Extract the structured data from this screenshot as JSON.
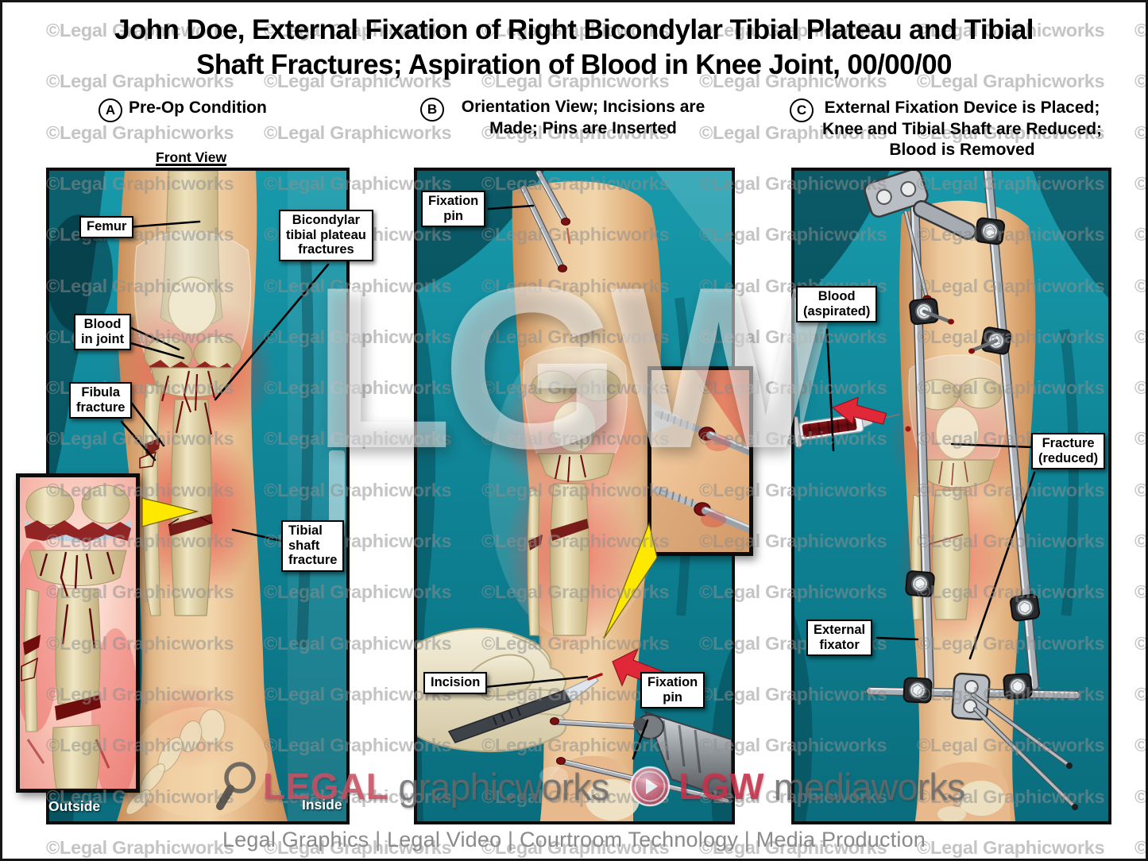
{
  "title": "John Doe, External Fixation of Right Bicondylar Tibial Plateau and Tibial\nShaft Fractures; Aspiration of Blood in Knee Joint, 00/00/00",
  "watermark": {
    "tile": "©Legal Graphicworks",
    "big": "LGW"
  },
  "sections": {
    "a": {
      "letter": "A",
      "heading": "Pre-Op Condition",
      "view_label": "Front View",
      "labels": {
        "femur": "Femur",
        "bicondylar": "Bicondylar\ntibial plateau\nfractures",
        "blood_in_joint": "Blood\nin joint",
        "fibula_fracture": "Fibula\nfracture",
        "tibial_shaft_fracture": "Tibial\nshaft\nfracture",
        "outside": "Outside",
        "inside": "Inside"
      }
    },
    "b": {
      "letter": "B",
      "heading": "Orientation View; Incisions are\nMade; Pins are Inserted",
      "labels": {
        "fixation_pin_top": "Fixation\npin",
        "incision": "Incision",
        "fixation_pin_bottom": "Fixation\npin"
      }
    },
    "c": {
      "letter": "C",
      "heading": "External Fixation Device is Placed;\nKnee and Tibial Shaft are Reduced;\nBlood is Removed",
      "labels": {
        "blood_aspirated": "Blood\n(aspirated)",
        "fracture_reduced": "Fracture\n(reduced)",
        "external_fixator": "External\nfixator"
      }
    }
  },
  "footer": {
    "brand": {
      "legal": "LEGAL",
      "graphicworks": "graphicworks",
      "lgw": "LGW",
      "mediaworks": "mediaworks"
    },
    "icons": {
      "magnifier": "magnifier-icon",
      "play": "play-icon"
    },
    "tagline": "Legal Graphics | Legal Video | Courtroom Technology | Media Production"
  },
  "colors": {
    "teal": "#0f8a9b",
    "teal_dark": "#075764",
    "skin": "#ecca9e",
    "bone": "#e9dfb6",
    "blood": "#8c1111",
    "inflammation": "#e32b2b",
    "yellow_arrow": "#ffe800",
    "red_arrow": "#e02838",
    "brand_red": "#c85468",
    "brand_gray": "#6e6e6e",
    "watermark_gray": "#8f8f8f"
  }
}
